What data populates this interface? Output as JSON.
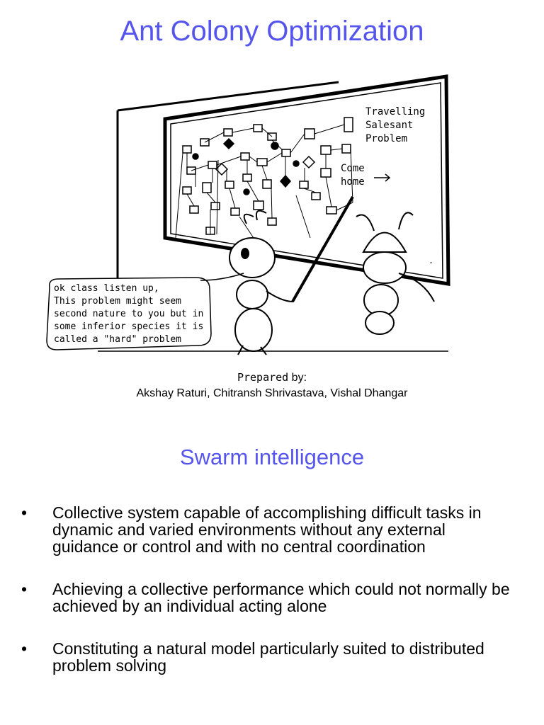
{
  "title": "Ant Colony Optimization",
  "cartoon": {
    "board_label": [
      "Travelling",
      "Salesant",
      "Problem"
    ],
    "board_arrow_label": [
      "Come",
      "home"
    ],
    "speech_bubble": [
      "ok class listen up,",
      "This problem might seem",
      "second nature to you but in",
      "some inferior species it is",
      "called a \"hard\" problem"
    ]
  },
  "prepared": {
    "prefix": "Prepared",
    "suffix": " by:",
    "authors": "Akshay Raturi, Chitransh Shrivastava, Vishal Dhangar"
  },
  "section_title": "Swarm intelligence",
  "bullets": [
    "Collective system capable of accomplishing difficult tasks in dynamic and varied environments without any external guidance or control and with no central coordination",
    "Achieving a collective performance which could not normally be achieved by an individual acting alone",
    "Constituting a natural model particularly suited to distributed problem solving"
  ]
}
